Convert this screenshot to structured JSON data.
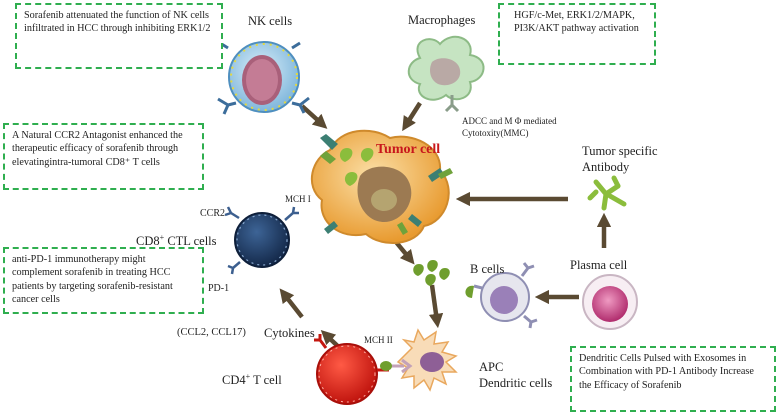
{
  "title": "Tumor cell",
  "boxes": {
    "nk": "Sorafenib attenuated the function of NK cells infiltrated in HCC through inhibiting ERK1/2",
    "macro": "HGF/c-Met, ERK1/2/MAPK, PI3K/AKT pathway activation",
    "ccr2": "A Natural CCR2 Antagonist enhanced the therapeutic efficacy of sorafenib through elevatingintra-tumoral CD8⁺ T cells",
    "pd1": "anti-PD-1 immunotherapy might complement sorafenib in treating HCC patients by targeting sorafenib-resistant cancer cells",
    "dc": "Dendritic Cells Pulsed with Exosomes in Combination with PD-1 Antibody Increase the Efficacy of Sorafenib"
  },
  "labels": {
    "nk_cells": "NK cells",
    "macrophages": "Macrophages",
    "adcc_line1": "ADCC and M Φ mediated",
    "adcc_line2": "Cytotoxity(MMC)",
    "tumor_antibody_line1": "Tumor specific",
    "tumor_antibody_line2": "Antibody",
    "mch1": "MCH I",
    "ccr2": "CCR2",
    "cd8_prefix": "CD8",
    "cd8_sup": "+",
    "cd8_suffix": " CTL cells",
    "pd1": "PD-1",
    "b_cells": "B cells",
    "plasma_cell": "Plasma cell",
    "chemokines": "(CCL2, CCL17)",
    "cytokines": "Cytokines",
    "mch2": "MCH II",
    "apc": "APC",
    "dendritic": "Dendritic cells",
    "cd4_prefix": "CD4",
    "cd4_sup": "+",
    "cd4_suffix": " T cell"
  },
  "colors": {
    "box_border": "#2fae4f",
    "title": "#c8171c",
    "arrow": "#5a4a32",
    "antibody_green": "#8bbd3c",
    "cd8_cell": "#1d3a63",
    "cd4_cell": "#e4251c",
    "tumor_cell": "#f2b24a",
    "plasma_cell": "#c0347a"
  }
}
